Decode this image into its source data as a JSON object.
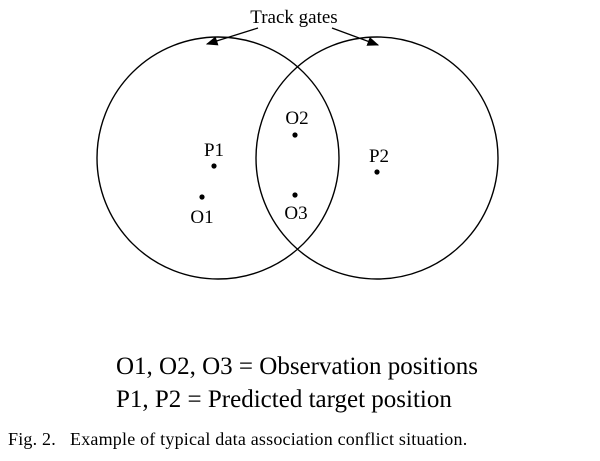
{
  "diagram": {
    "gate_label": "Track gates",
    "points": {
      "p1": "P1",
      "p2": "P2",
      "o1": "O1",
      "o2": "O2",
      "o3": "O3"
    }
  },
  "legend": [
    "O1, O2, O3 = Observation positions",
    "P1, P2 = Predicted target position"
  ],
  "caption": "Fig. 2.   Example of typical data association conflict situation."
}
